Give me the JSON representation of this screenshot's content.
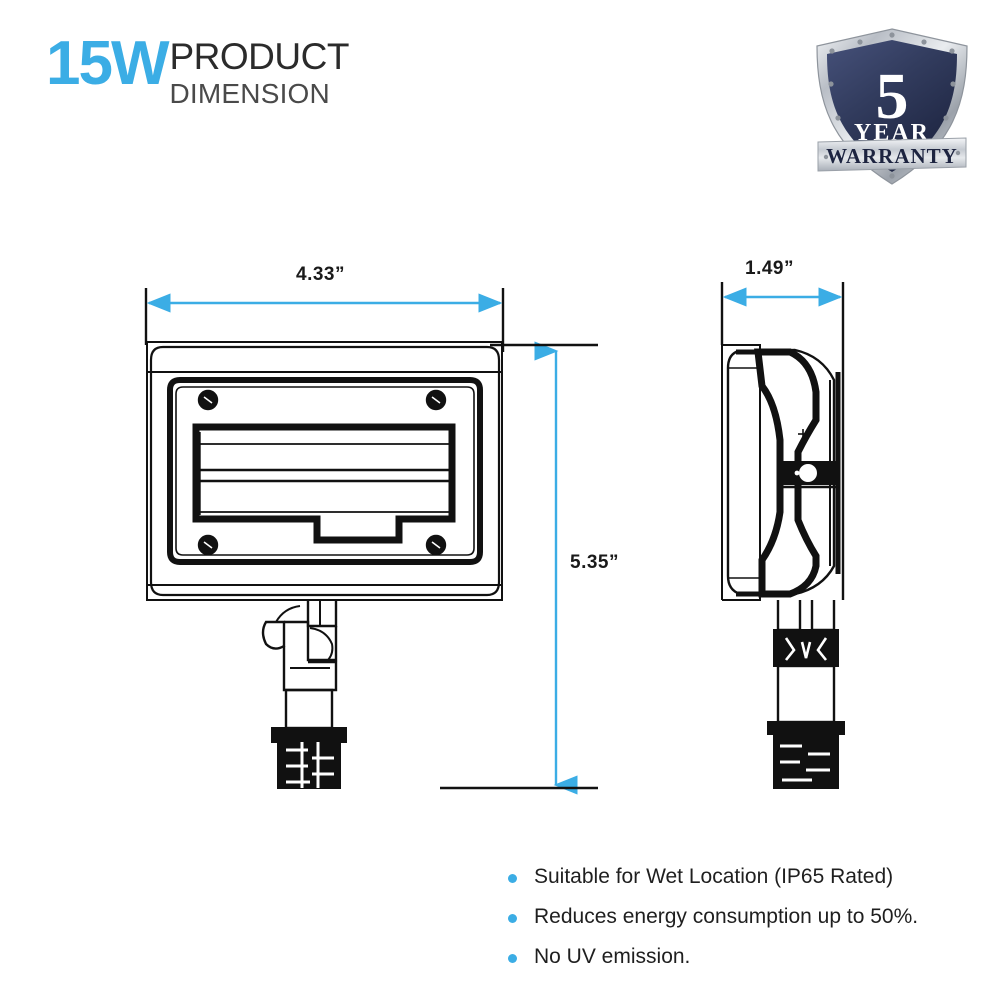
{
  "header": {
    "wattage": "15W",
    "line1": "PRODUCT",
    "line2": "DIMENSION",
    "accent_color": "#3bade5"
  },
  "badge": {
    "number": "5",
    "period": "YEAR",
    "ribbon": "WARRANTY",
    "shield_color": "#2f3a56",
    "metal_color": "#c8ccd2"
  },
  "dimensions": {
    "width": "4.33”",
    "depth": "1.49”",
    "height": "5.35”",
    "arrow_color": "#3bade5"
  },
  "features": [
    "Suitable for Wet Location (IP65 Rated)",
    "Reduces energy consumption up to 50%.",
    "No UV emission."
  ]
}
